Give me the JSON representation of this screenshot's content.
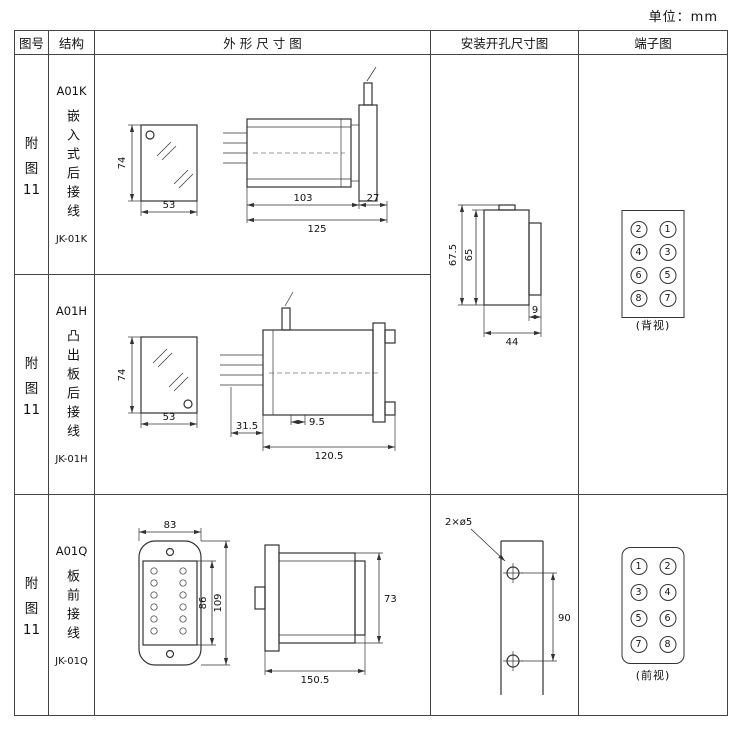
{
  "unit_label": "单位：mm",
  "headers": {
    "fig_no": "图号",
    "structure": "结构",
    "outline": "外 形 尺 寸 图",
    "mounting": "安装开孔尺寸图",
    "terminal": "端子图"
  },
  "rows": [
    {
      "fig": [
        "附",
        "图",
        "11"
      ],
      "model": "A01K",
      "structure_desc": "嵌入式后接线",
      "code": "JK-01K",
      "dims": {
        "front_h": "74",
        "front_w": "53",
        "body_l": "103",
        "flange": "27",
        "total_l": "125"
      },
      "mounting": {
        "h_outer": "67.5",
        "h_inner": "65",
        "w_step": "9",
        "w_total": "44"
      },
      "terminals": [
        [
          "2",
          "1"
        ],
        [
          "4",
          "3"
        ],
        [
          "6",
          "5"
        ],
        [
          "8",
          "7"
        ]
      ],
      "terminal_caption": "(背视)"
    },
    {
      "fig": [
        "附",
        "图",
        "11"
      ],
      "model": "A01H",
      "structure_desc": "凸出板后接线",
      "code": "JK-01H",
      "dims": {
        "front_h": "74",
        "front_w": "53",
        "pin_l": "31.5",
        "gap": "9.5",
        "body_l": "120.5"
      }
    },
    {
      "fig": [
        "附",
        "图",
        "11"
      ],
      "model": "A01Q",
      "structure_desc": "板前接线",
      "code": "JK-01Q",
      "dims": {
        "front_w": "83",
        "inner_h": "86",
        "outer_h": "109",
        "side_h": "73",
        "side_l": "150.5"
      },
      "mounting": {
        "holes": "2×ø5",
        "pitch": "90"
      },
      "terminals": [
        [
          "1",
          "2"
        ],
        [
          "3",
          "4"
        ],
        [
          "5",
          "6"
        ],
        [
          "7",
          "8"
        ]
      ],
      "terminal_caption": "(前视)"
    }
  ]
}
